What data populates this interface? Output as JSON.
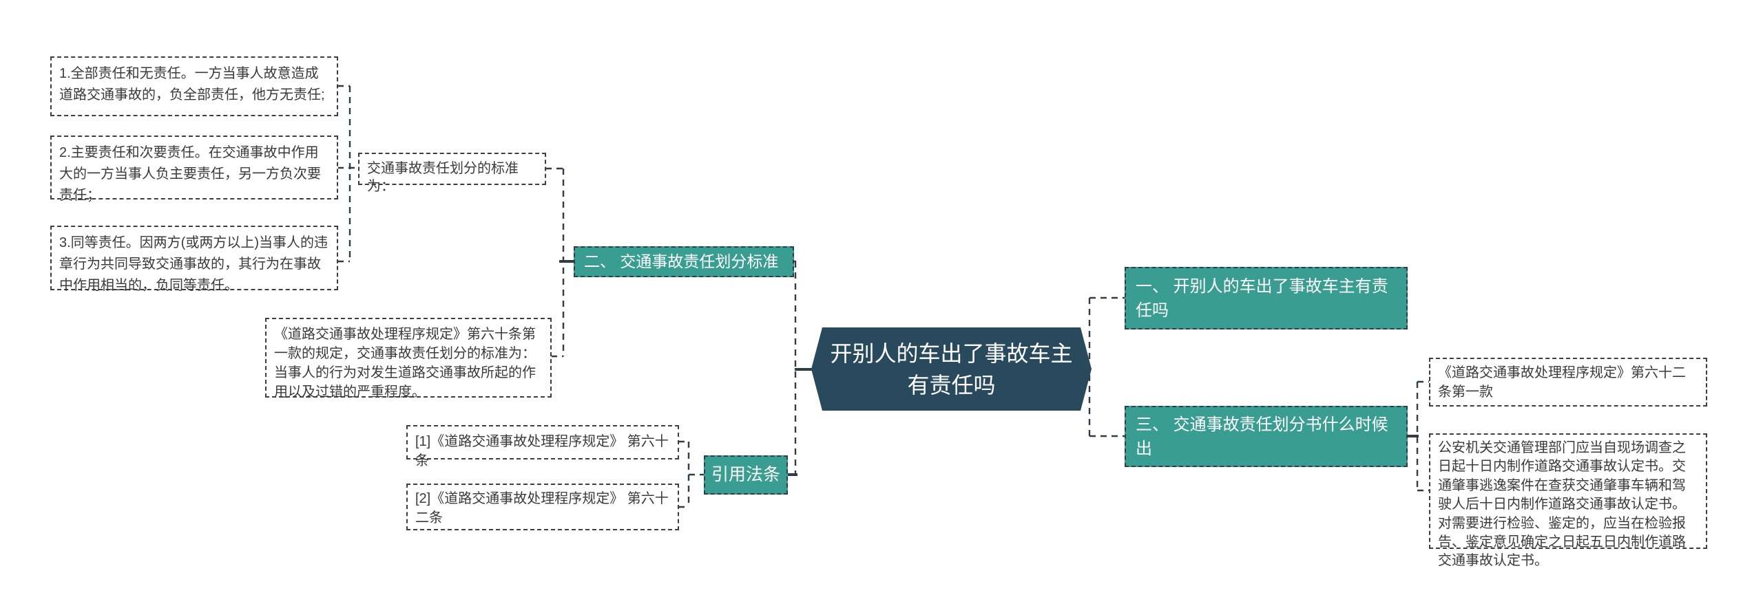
{
  "palette": {
    "teal_node_fill": "#3a9d92",
    "central_node_fill": "#29495c",
    "node_text": "#ffffff",
    "box_border": "#3d3d3d",
    "box_text": "#3a3a3a",
    "connector": "#2e3d47",
    "background": "#ffffff"
  },
  "center": {
    "title": "开别人的车出了事故车主有责任吗"
  },
  "branches": {
    "branch1": {
      "label": "一、 开别人的车出了事故车主有责任吗"
    },
    "branch2": {
      "label": "二、 交通事故责任划分标准"
    },
    "branch3": {
      "label": "三、 交通事故责任划分书什么时候出"
    },
    "citations_node": {
      "label": "引用法条"
    }
  },
  "left_detail": {
    "standard_intro": "交通事故责任划分的标准为：",
    "items": [
      {
        "text": "1.全部责任和无责任。一方当事人故意造成道路交通事故的，负全部责任，他方无责任;"
      },
      {
        "text": "2.主要责任和次要责任。在交通事故中作用大的一方当事人负主要责任，另一方负次要责任；"
      },
      {
        "text": "3.同等责任。因两方(或两方以上)当事人的违章行为共同导致交通事故的，其行为在事故中作用相当的，负同等责任。"
      }
    ],
    "regulation": "《道路交通事故处理程序规定》第六十条第一款的规定，交通事故责任划分的标准为：当事人的行为对发生道路交通事故所起的作用以及过错的严重程度。"
  },
  "citations": [
    {
      "text": "[1]《道路交通事故处理程序规定》 第六十条"
    },
    {
      "text": "[2]《道路交通事故处理程序规定》 第六十二条"
    }
  ],
  "right_detail": {
    "clause_title": "《道路交通事故处理程序规定》第六十二条第一款",
    "clause_content": "公安机关交通管理部门应当自现场调查之日起十日内制作道路交通事故认定书。交通肇事逃逸案件在查获交通肇事车辆和驾驶人后十日内制作道路交通事故认定书。对需要进行检验、鉴定的，应当在检验报告、鉴定意见确定之日起五日内制作道路交通事故认定书。"
  }
}
